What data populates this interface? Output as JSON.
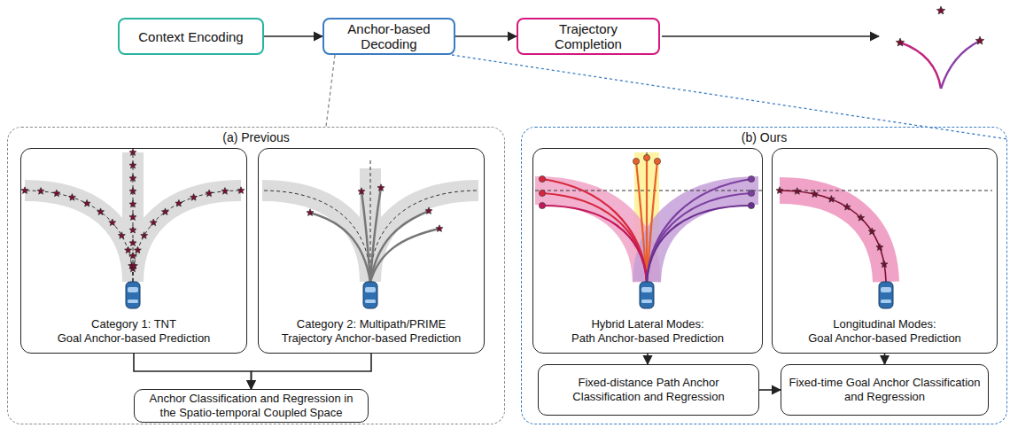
{
  "diagram": {
    "nodes": [
      {
        "text": [
          "Context Encoding"
        ]
      },
      {
        "text": [
          "Anchor-based Decoding"
        ]
      },
      {
        "text": [
          "Trajectory Completion"
        ]
      },
      {
        "text": [
          "(a) Previous"
        ]
      },
      {
        "text": [
          "Category 1: TNT",
          "Goal Anchor-based Prediction"
        ],
        "in": 3
      },
      {
        "text": [
          "Category 2: Multipath/PRIME",
          "Trajectory Anchor-based Prediction"
        ],
        "in": 3
      },
      {
        "text": [
          "Anchor Classification and Regression in the Spatio-temporal Coupled Space"
        ],
        "in": 3
      },
      {
        "text": [
          "(b) Ours"
        ]
      },
      {
        "text": [
          "Hybrid Lateral Modes:",
          "Path Anchor-based Prediction"
        ],
        "in": 7
      },
      {
        "text": [
          "Longitudinal Modes:",
          "Goal Anchor-based Prediction"
        ],
        "in": 7
      },
      {
        "text": [
          "Fixed-distance Path Anchor Classification and Regression"
        ],
        "in": 7
      },
      {
        "text": [
          "Fixed-time Goal Anchor Classification and Regression"
        ],
        "in": 7
      }
    ],
    "edges": [
      {
        "from": 0,
        "to": 1,
        "arrow": "to"
      },
      {
        "from": 1,
        "to": 2,
        "arrow": "to"
      },
      {
        "from": 1,
        "to": 3,
        "arrow": "none"
      },
      {
        "from": 1,
        "to": 7,
        "arrow": "none"
      },
      {
        "from": 4,
        "to": 6,
        "arrow": "to"
      },
      {
        "from": 5,
        "to": 6,
        "arrow": "to"
      },
      {
        "from": 8,
        "to": 10,
        "arrow": "to"
      },
      {
        "from": 9,
        "to": 11,
        "arrow": "to"
      },
      {
        "from": 10,
        "to": 11,
        "arrow": "to"
      }
    ]
  }
}
